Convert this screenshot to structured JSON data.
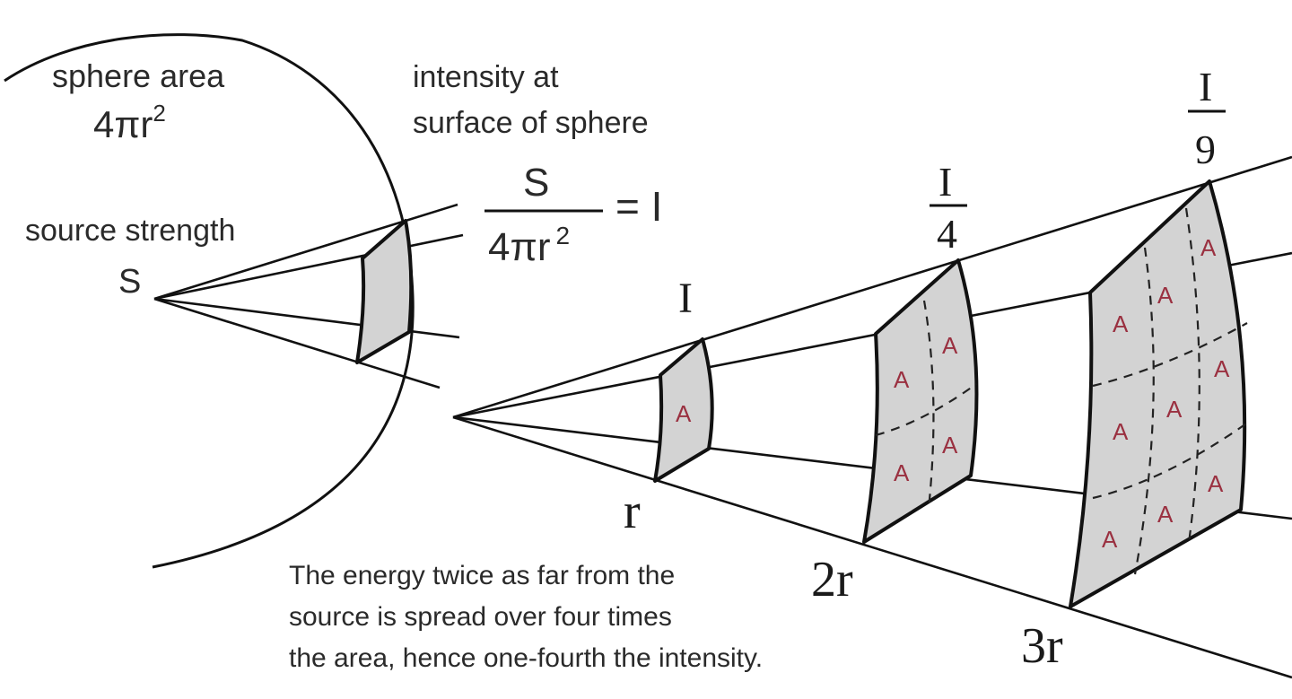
{
  "left_panel": {
    "sphere_area_label": "sphere area",
    "sphere_area_formula_base": "4πr",
    "sphere_area_formula_exp": "2",
    "intensity_label_line1": "intensity at",
    "intensity_label_line2": "surface of sphere",
    "source_strength_label": "source strength",
    "source_symbol": "S",
    "equation": {
      "numerator": "S",
      "denominator_base": "4πr",
      "denominator_exp": "2",
      "result": "= I"
    }
  },
  "right_panel": {
    "intensity_labels": [
      {
        "numerator": "I",
        "denominator": ""
      },
      {
        "numerator": "I",
        "denominator": "4"
      },
      {
        "numerator": "I",
        "denominator": "9"
      }
    ],
    "distance_labels": [
      "r",
      "2r",
      "3r"
    ],
    "area_unit_label": "A",
    "caption_lines": [
      "The energy twice as far from the",
      "source is spread over four times",
      "the area, hence one-fourth the intensity."
    ]
  }
}
